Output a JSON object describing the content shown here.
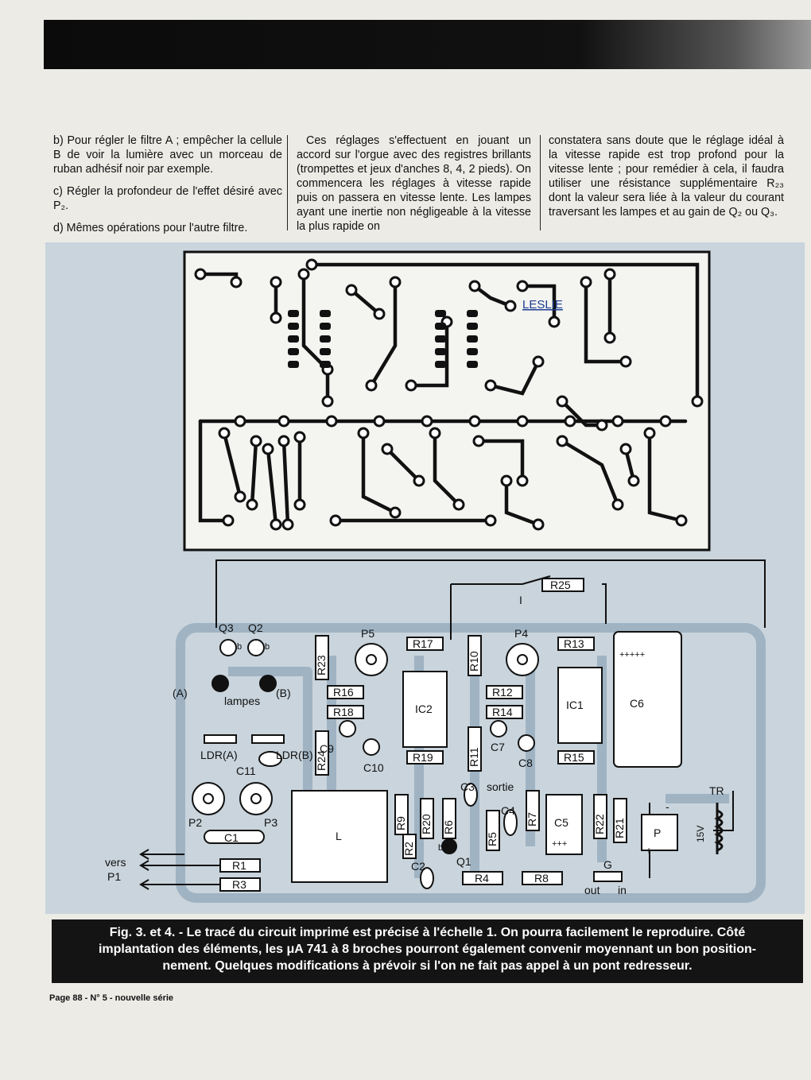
{
  "article": {
    "col1": {
      "p1": "b) Pour régler le filtre A ; empêcher la cellule B de voir la lumière avec un morceau de ruban adhésif noir par exemple.",
      "p2": "c) Régler la profondeur de l'effet désiré avec P₂.",
      "p3": "d) Mêmes opérations pour l'autre filtre."
    },
    "col2": {
      "p1": "Ces réglages s'effectuent en jouant un accord sur l'orgue avec des registres brillants (trompettes et jeux d'anches 8, 4, 2 pieds). On commencera les réglages à vitesse rapide puis on passera en vitesse lente. Les lampes ayant une inertie non négligeable à la vitesse la plus rapide on"
    },
    "col3": {
      "p1": "constatera sans doute que le réglage idéal à la vitesse rapide est trop profond pour la vitesse lente ; pour remédier à cela, il faudra utiliser une résistance supplémentaire R₂₃ dont la valeur sera liée à la valeur du courant traversant les lampes et au gain de Q₂ ou Q₃."
    }
  },
  "pcb": {
    "label": "LESLIE"
  },
  "layout": {
    "q3": "Q3",
    "q2": "Q2",
    "b1": "b",
    "b2": "b",
    "lamp_a": "(A)",
    "lamp_b": "(B)",
    "lampes": "lampes",
    "ldr_a": "LDR(A)",
    "ldr_b": "LDR(B)",
    "c11": "C11",
    "p2": "P2",
    "p3": "P3",
    "c1": "C1",
    "r1": "R1",
    "r3": "R3",
    "vers": "vers",
    "p1": "P1",
    "l": "L",
    "r23": "R23",
    "r24": "R24",
    "p5": "P5",
    "r17": "R17",
    "r10": "R10",
    "r16": "R16",
    "r18": "R18",
    "ic2": "IC2",
    "c9": "C9",
    "c10": "C10",
    "r19": "R19",
    "r11": "R11",
    "p4": "P4",
    "r13": "R13",
    "r12": "R12",
    "r14": "R14",
    "ic1": "IC1",
    "c7": "C7",
    "c8": "C8",
    "r15": "R15",
    "c6": "C6",
    "c6_pol": "+++++",
    "r25": "R25",
    "switch": "I",
    "c3": "C3",
    "sortie": "sortie",
    "r9": "R9",
    "r20": "R20",
    "r6": "R6",
    "r2": "R2",
    "r5": "R5",
    "c4": "C4",
    "r7": "R7",
    "c5": "C5",
    "c5_pol": "+++",
    "r22": "R22",
    "r21": "R21",
    "p": "P",
    "tr": "TR",
    "v15": "15V",
    "c2": "C2",
    "q1": "Q1",
    "b3": "b",
    "r4": "R4",
    "r8": "R8",
    "g": "G",
    "out": "out",
    "in": "in",
    "plus": "+",
    "minus": "-"
  },
  "caption": {
    "line1": "Fig. 3. et 4. - Le tracé du circuit imprimé est précisé à l'échelle 1. On pourra facilement le reproduire. Côté",
    "line2": "implantation des éléments, les μA 741 à 8 broches pourront également convenir moyennant un bon position-",
    "line3": "nement. Quelques modifications à prévoir si l'on ne fait pas appel à un pont redresseur."
  },
  "footer": {
    "text": "Page 88 - N° 5 - nouvelle série"
  }
}
